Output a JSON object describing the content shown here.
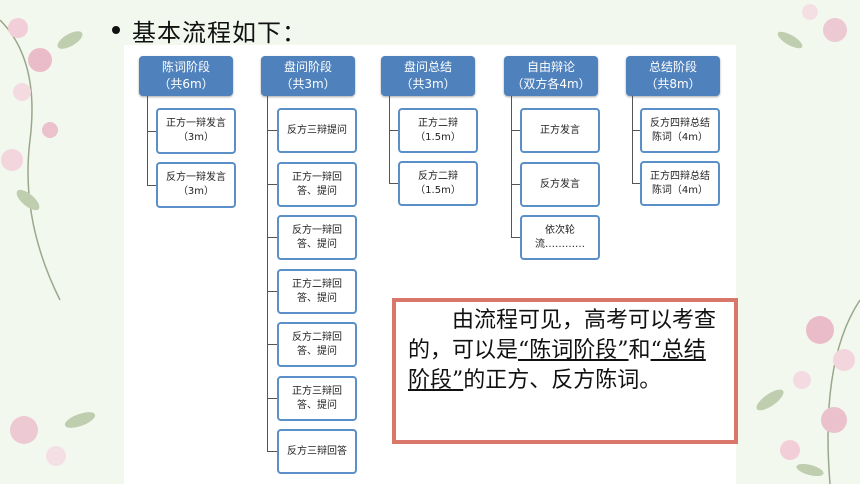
{
  "title": "基本流程如下：",
  "columns": [
    {
      "header": "陈词阶段",
      "sub": "（共6m）",
      "items": [
        "正方一辩发言（3m）",
        "反方一辩发言（3m）"
      ]
    },
    {
      "header": "盘问阶段",
      "sub": "（共3m）",
      "items": [
        "反方三辩提问",
        "正方一辩回答、提问",
        "反方一辩回答、提问",
        "正方二辩回答、提问",
        "反方二辩回答、提问",
        "正方三辩回答、提问",
        "反方三辩回答"
      ]
    },
    {
      "header": "盘问总结",
      "sub": "（共3m）",
      "items": [
        "正方二辩（1.5m）",
        "反方二辩（1.5m）"
      ]
    },
    {
      "header": "自由辩论",
      "sub": "（双方各4m）",
      "items": [
        "正方发言",
        "反方发言",
        "依次轮流…………"
      ]
    },
    {
      "header": "总结阶段",
      "sub": "（共8m）",
      "items": [
        "反方四辩总结陈词（4m）",
        "正方四辩总结陈词（4m）"
      ]
    }
  ],
  "note": {
    "part1": "由流程可见，高考可以考查的，可以是",
    "part2": "“陈词阶段”",
    "part3": "和",
    "part4": "“总结阶段”",
    "part5": "的正方、反方陈词。"
  }
}
